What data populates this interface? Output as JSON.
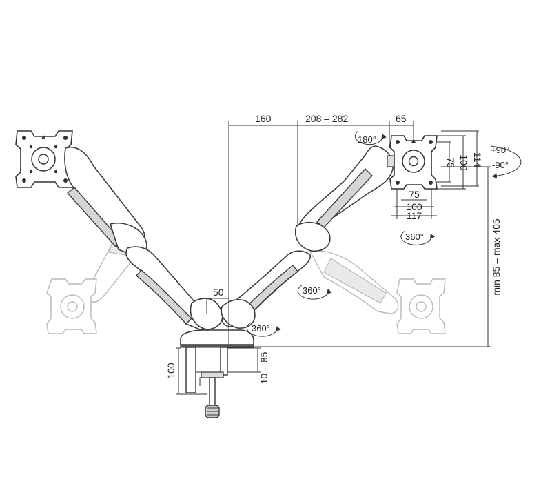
{
  "dimensions": {
    "offset_center": "160",
    "arm_reach": "208 – 282",
    "bracket_offset": "65",
    "vesa_inner_h": "75",
    "vesa_outer_h": "100",
    "plate_height": "114",
    "vesa_inner_w": "75",
    "vesa_outer_w": "100",
    "plate_width": "117",
    "pole_gap": "50",
    "base_height": "100",
    "desk_thickness": "10 – 85",
    "height_range": "min 85 – max 405"
  },
  "rotations": {
    "bracket_rotate": "180°",
    "tilt_up": "+90°",
    "tilt_down": "-90°",
    "plate_swivel": "360°",
    "elbow_swivel": "360°",
    "base_swivel": "360°"
  }
}
